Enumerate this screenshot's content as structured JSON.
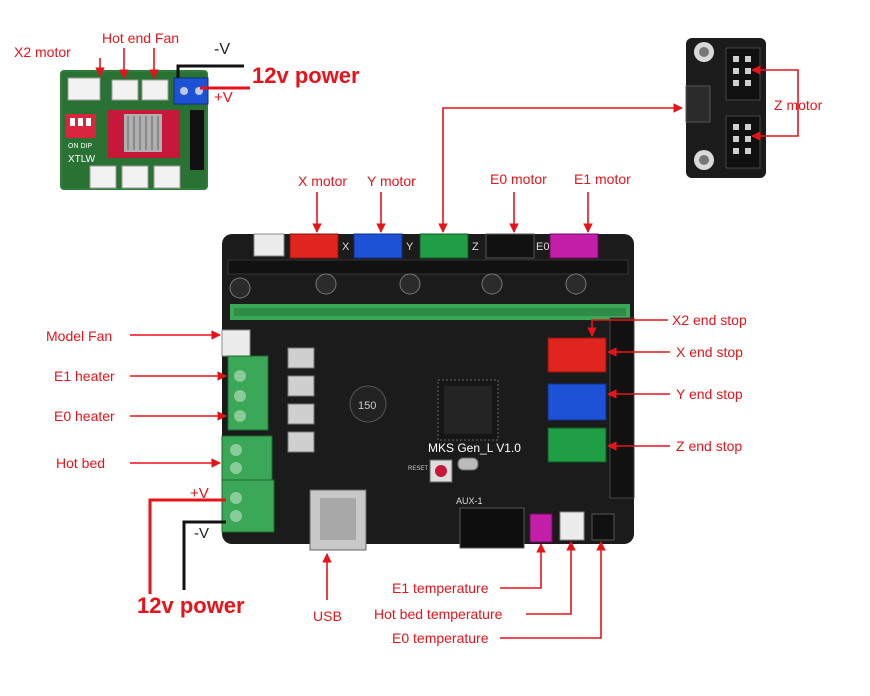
{
  "labels": {
    "x2_motor": "X2 motor",
    "hot_end_fan": "Hot end Fan",
    "neg_v_top": "-V",
    "pos_v_top": "+V",
    "power_top": "12v power",
    "z_motor": "Z motor",
    "x_motor": "X motor",
    "y_motor": "Y motor",
    "e0_motor": "E0 motor",
    "e1_motor": "E1 motor",
    "model_fan": "Model Fan",
    "e1_heater": "E1 heater",
    "e0_heater": "E0 heater",
    "hot_bed": "Hot bed",
    "pos_v_bottom": "+V",
    "neg_v_bottom": "-V",
    "power_bottom": "12v power",
    "usb": "USB",
    "x2_end_stop": "X2 end stop",
    "x_end_stop": "X end stop",
    "y_end_stop": "Y end stop",
    "z_end_stop": "Z end stop",
    "e1_temperature": "E1 temperature",
    "hot_bed_temperature": "Hot bed temperature",
    "e0_temperature": "E0 temperature"
  },
  "board": {
    "title": "MKS Gen_L V1.0",
    "aux": "AUX-1",
    "reset": "RESET",
    "inductor": "150",
    "x_silk": "X",
    "y_silk": "Y",
    "z_silk": "Z",
    "e0_silk": "E0"
  },
  "small_board": {
    "silk": "XTLW",
    "dip": "ON DIP"
  },
  "colors": {
    "annotation": "#e8131a",
    "pcb": "#1b1b1b",
    "terminal_green": "#3aa856",
    "socket_red": "#e0241e",
    "socket_blue": "#1d52d6",
    "socket_green": "#1f9e45",
    "socket_magenta": "#c21ea8",
    "small_pcb": "#2f7d3a"
  }
}
